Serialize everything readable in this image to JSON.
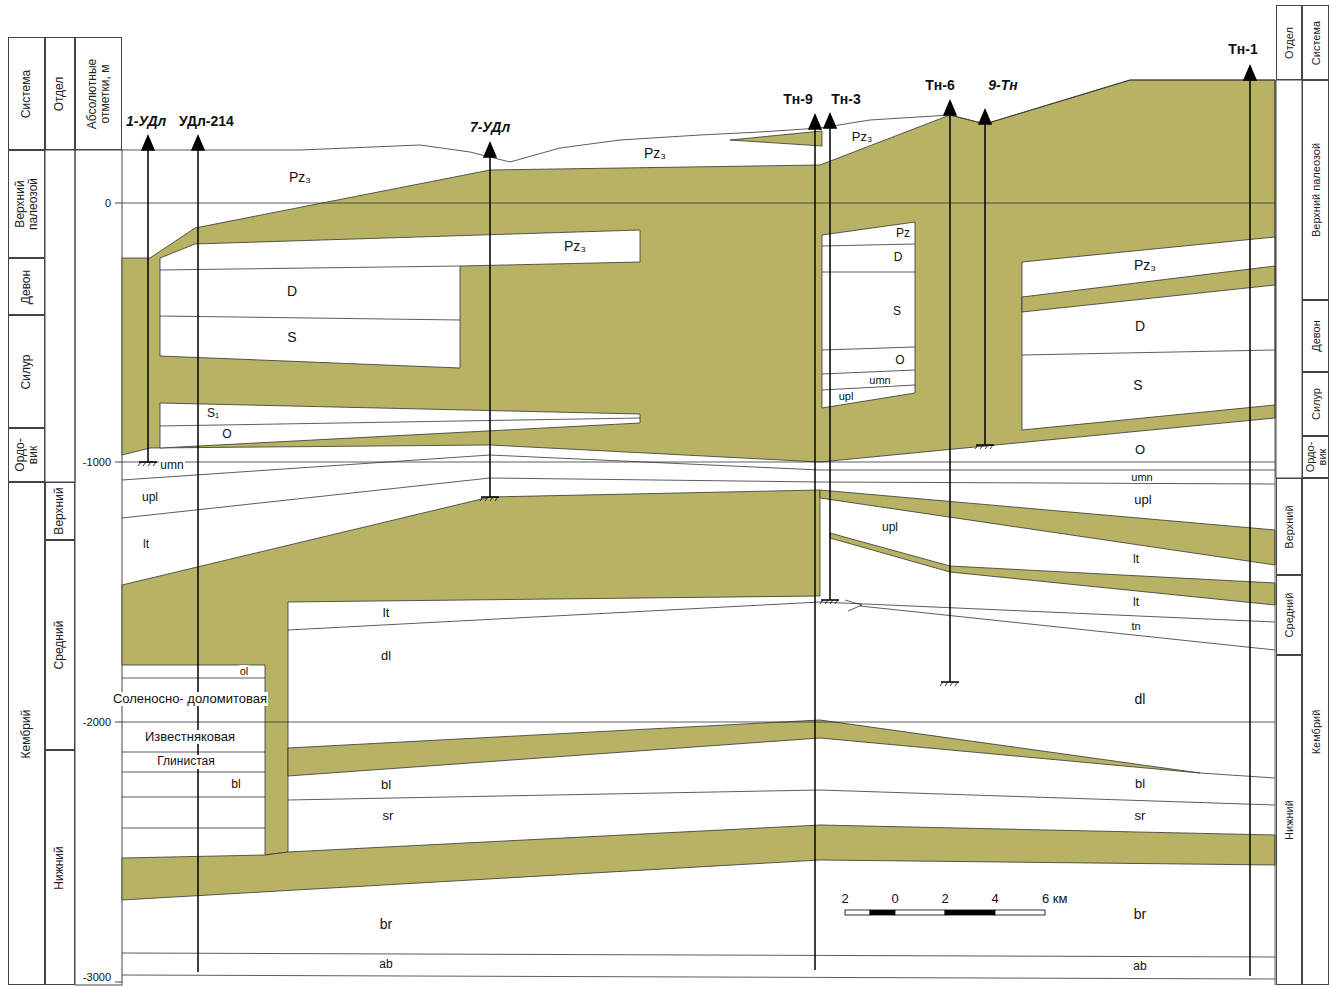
{
  "diagram": {
    "nodes": [
      {
        "text": [
          "Система"
        ]
      },
      {
        "text": [
          "Отдел"
        ]
      },
      {
        "text": [
          "Абсолютные отметки, м"
        ]
      },
      {
        "text": [
          "Верхний палеозой"
        ]
      },
      {
        "text": [
          "Девон"
        ]
      },
      {
        "text": [
          "Силур"
        ]
      },
      {
        "text": [
          "Ордо- вик"
        ]
      },
      {
        "text": [
          "Кембрий"
        ]
      },
      {
        "text": [
          "Верхний"
        ]
      },
      {
        "text": [
          "Средний"
        ]
      },
      {
        "text": [
          "Нижний"
        ]
      },
      {
        "text": [
          "Отдел"
        ]
      },
      {
        "text": [
          "Система"
        ]
      },
      {
        "text": [
          "Верхний палеозой"
        ]
      },
      {
        "text": [
          "Девон"
        ]
      },
      {
        "text": [
          "Силур"
        ]
      },
      {
        "text": [
          "Ордо- вик"
        ]
      },
      {
        "text": [
          "Кембрий"
        ]
      },
      {
        "text": [
          "Верхний"
        ]
      },
      {
        "text": [
          "Средний"
        ]
      },
      {
        "text": [
          "Нижний"
        ]
      }
    ],
    "labels": [
      "1-УДл",
      "УДл-214",
      "7-УДл",
      "Тн-9",
      "Тн-3",
      "Тн-6",
      "9-Тн",
      "Тн-1",
      "0",
      "-1000",
      "-2000",
      "-3000",
      "Pz₃",
      "Pz₃",
      "Pz₃",
      "Pz₃",
      "D",
      "S",
      "S₁",
      "O",
      "umn",
      "upl",
      "lt",
      "lt",
      "dl",
      "ol",
      "Соленосно- доломитовая",
      "Известняковая",
      "Глинистая",
      "bl",
      "bl",
      "sr",
      "br",
      "ab",
      "Pz",
      "D",
      "S",
      "O",
      "umn",
      "upl",
      "Pz₃",
      "D",
      "S",
      "O",
      "umn",
      "upl",
      "upl",
      "lt",
      "lt",
      "tn",
      "dl",
      "bl",
      "sr",
      "br",
      "ab",
      "2",
      "0",
      "2",
      "4",
      "6 км"
    ]
  }
}
